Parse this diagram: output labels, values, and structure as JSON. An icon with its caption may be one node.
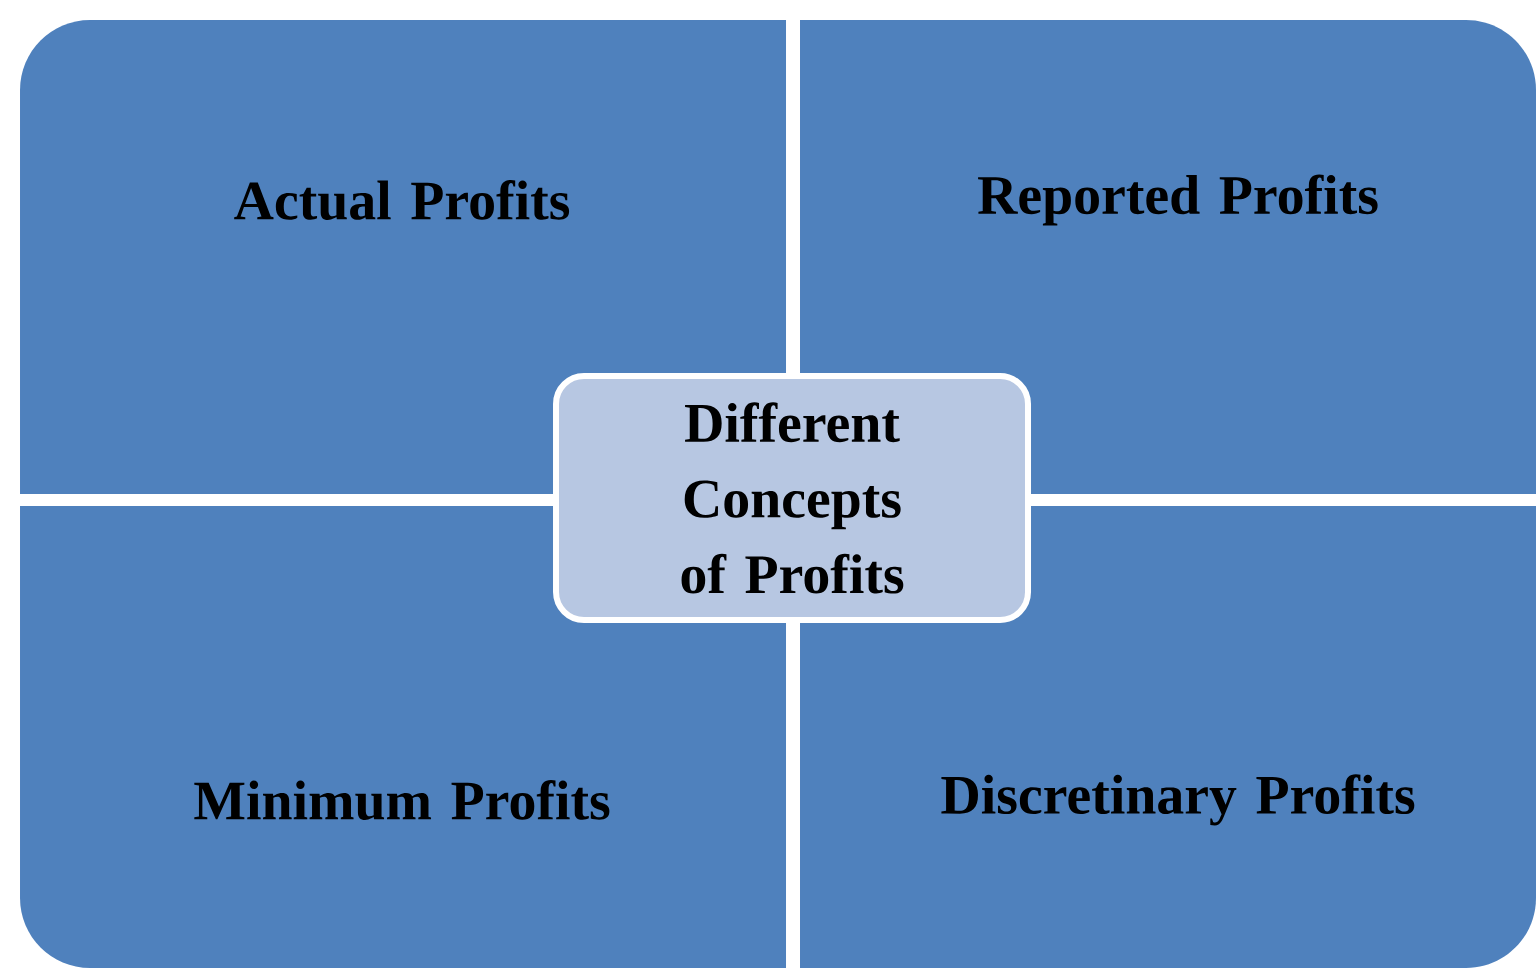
{
  "diagram": {
    "nodes": [
      {
        "text": [
          "Actual Profits"
        ]
      },
      {
        "text": [
          "Reported Profits"
        ]
      },
      {
        "text": [
          "Different Concepts of Profits"
        ]
      },
      {
        "text": [
          "Minimum Profits"
        ]
      },
      {
        "text": [
          "Discretinary Profits"
        ]
      }
    ]
  }
}
